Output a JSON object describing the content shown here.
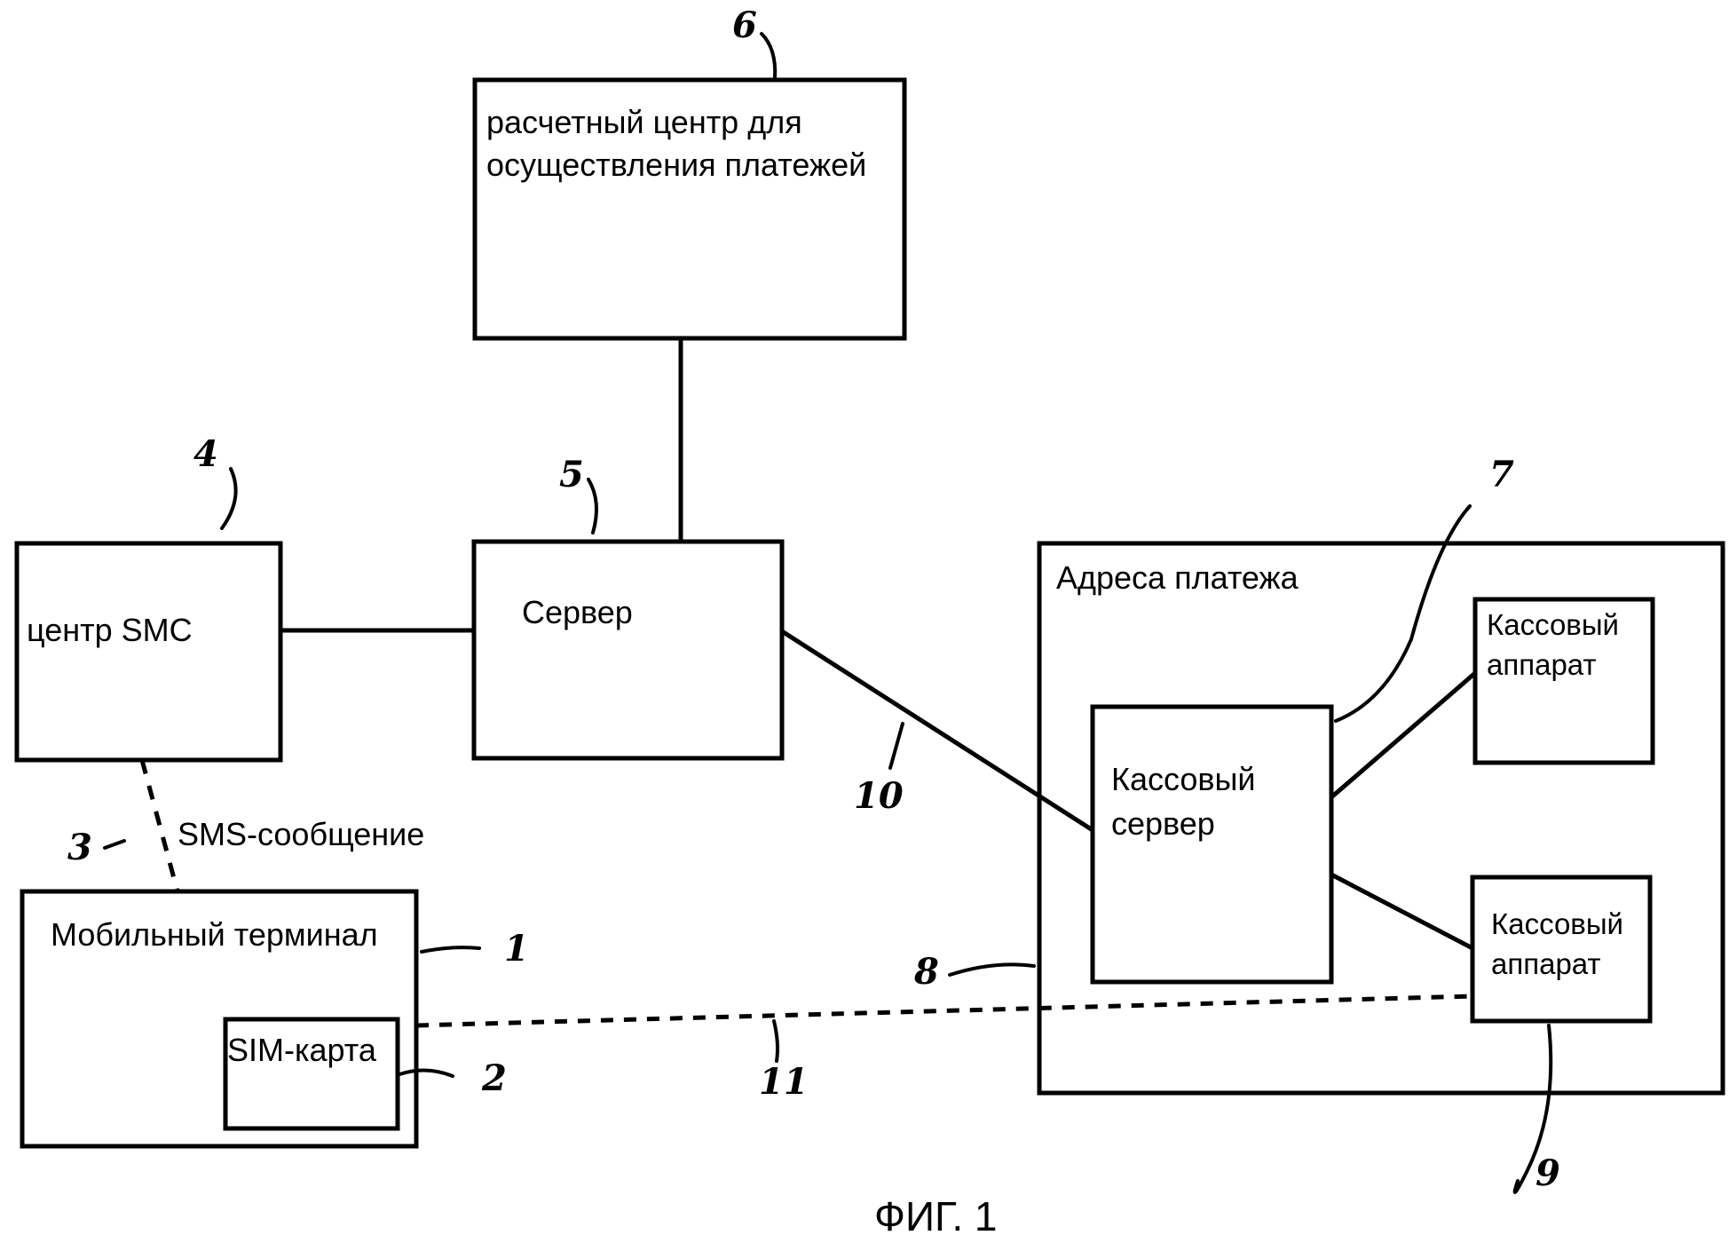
{
  "figure_label": "ФИГ. 1",
  "blocks": {
    "settlement_center": {
      "ref": "6",
      "lines": [
        "расчетный центр для",
        "осуществления платежей"
      ]
    },
    "smc_center": {
      "ref": "4",
      "label": "центр SMC"
    },
    "server": {
      "ref": "5",
      "label": "Сервер"
    },
    "payment_address": {
      "ref": "8",
      "label": "Адреса платежа"
    },
    "cash_server": {
      "ref": "7",
      "lines": [
        "Кассовый",
        "сервер"
      ]
    },
    "cash_register_top": {
      "lines": [
        "Кассовый",
        "аппарат"
      ]
    },
    "cash_register_bottom": {
      "ref": "9",
      "lines": [
        "Кассовый",
        "аппарат"
      ]
    },
    "mobile_terminal": {
      "ref": "1",
      "label": "Мобильный терминал"
    },
    "sim_card": {
      "ref": "2",
      "label": "SIM-карта"
    }
  },
  "connections": {
    "sms": {
      "ref": "3",
      "label": "SMS-сообщение"
    },
    "server_to_cash_server": {
      "ref": "10"
    },
    "mobile_to_register": {
      "ref": "11"
    }
  }
}
